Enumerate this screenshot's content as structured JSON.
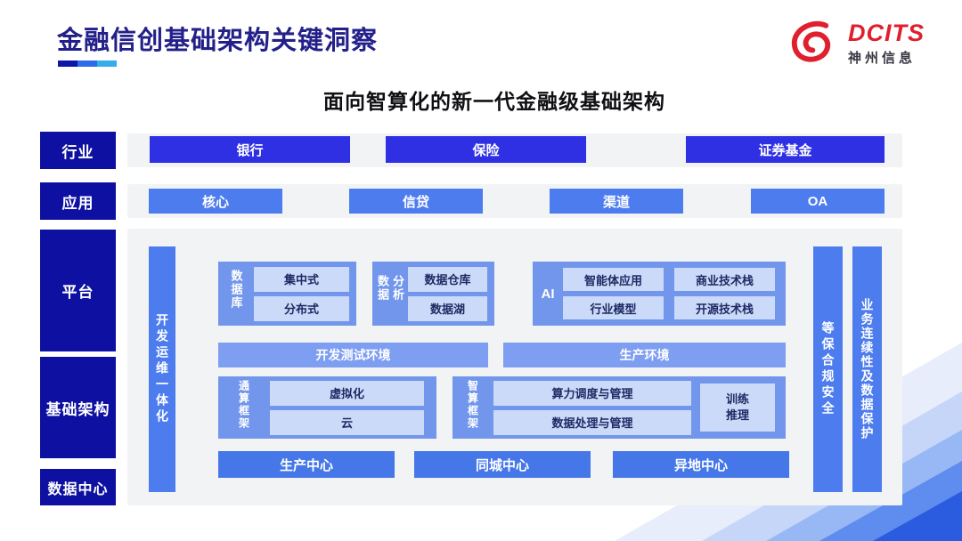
{
  "slide": {
    "title": "金融信创基础架构关键洞察",
    "subtitle": "面向智算化的新一代金融级基础架构"
  },
  "logo": {
    "brand": "DCITS",
    "company": "神州信息",
    "mark": "swirl-icon"
  },
  "industry_row": {
    "label": "行业",
    "items": [
      "银行",
      "保险",
      "证券基金"
    ]
  },
  "application_row": {
    "label": "应用",
    "items": [
      "核心",
      "信贷",
      "渠道",
      "OA"
    ]
  },
  "side_labels": {
    "platform": "平台",
    "infrastructure": "基础架构",
    "data_center": "数据中心"
  },
  "architecture": {
    "devops_bar": "开发运维一体化",
    "database": {
      "label": "数据库",
      "items": [
        "集中式",
        "分布式"
      ]
    },
    "data_analytics": {
      "label": "数据分析",
      "items": [
        "数据仓库",
        "数据湖"
      ]
    },
    "ai": {
      "label": "AI",
      "items": [
        "智能体应用",
        "商业技术栈",
        "行业模型",
        "开源技术栈"
      ]
    },
    "environments": [
      "开发测试环境",
      "生产环境"
    ],
    "general_compute": {
      "label": "通算框架",
      "items": [
        "虚拟化",
        "云"
      ]
    },
    "intelligent_compute": {
      "label": "智算框架",
      "items": [
        "算力调度与管理",
        "数据处理与管理"
      ],
      "training_box": "训练推理"
    },
    "data_centers": [
      "生产中心",
      "同城中心",
      "异地中心"
    ],
    "security_bar": "等保合规安全",
    "continuity_bar": "业务连续性及数据保护"
  },
  "colors": {
    "deep_navy": "#0d10a0",
    "title_navy": "#23208a",
    "industry_blue": "#2f30e4",
    "app_blue": "#4c7cee",
    "section_blue": "#7296ec",
    "light_cell": "#cbdaf8",
    "env_blue": "#7e9ef1",
    "center_blue": "#4677e8",
    "panel_gray": "#f2f3f5",
    "logo_red": "#e0202e"
  }
}
